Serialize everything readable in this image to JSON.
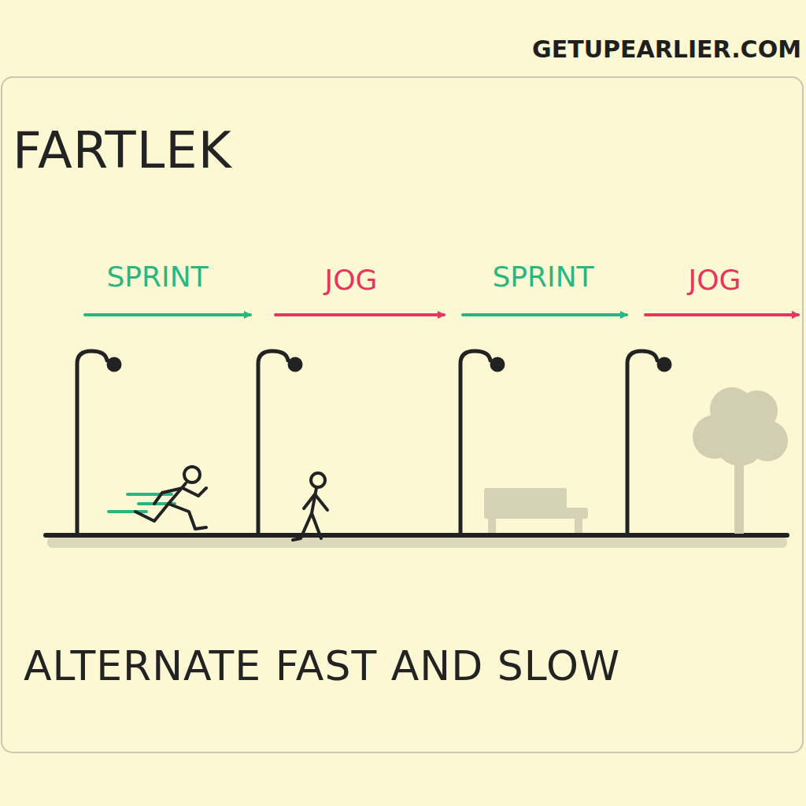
{
  "diagram": {
    "title": "FARTLEK",
    "caption": "ALTERNATE FAST AND SLOW",
    "labels": [
      "GETUPEARLIER.COM",
      "SPRINT",
      "JOG",
      "SPRINT",
      "JOG"
    ]
  }
}
